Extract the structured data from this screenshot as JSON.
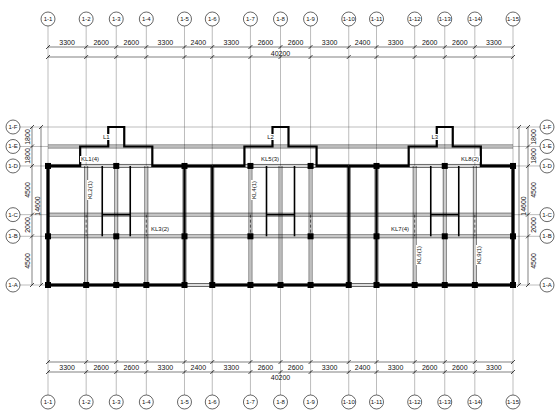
{
  "diagram": {
    "labels": [
      "1-1",
      "1-2",
      "1-3",
      "1-4",
      "1-5",
      "1-6",
      "1-7",
      "1-8",
      "1-9",
      "1-10",
      "1-11",
      "1-12",
      "1-13",
      "1-14",
      "1-15",
      "1-1",
      "1-2",
      "1-3",
      "1-4",
      "1-5",
      "1-6",
      "1-7",
      "1-8",
      "1-9",
      "1-10",
      "1-11",
      "1-12",
      "1-13",
      "1-14",
      "1-15",
      "3300",
      "2600",
      "2600",
      "3300",
      "2400",
      "3300",
      "2600",
      "2600",
      "3300",
      "2400",
      "3300",
      "2600",
      "2600",
      "3300",
      "40200",
      "3300",
      "2600",
      "2600",
      "3300",
      "2400",
      "3300",
      "2600",
      "2600",
      "3300",
      "2400",
      "3300",
      "2600",
      "2600",
      "3300",
      "40200",
      "1-F",
      "1-E",
      "1-D",
      "1-C",
      "1-B",
      "1-A",
      "1-F",
      "1-E",
      "1-D",
      "1-C",
      "1-B",
      "1-A",
      "1800",
      "1800",
      "4500",
      "2000",
      "4500",
      "14600",
      "1800",
      "1800",
      "4500",
      "2000",
      "4500",
      "14600",
      "KL1(4)",
      "KL2(1)",
      "KL3(2)",
      "KL4(1)",
      "KL5(3)",
      "L1",
      "L2",
      "L3",
      "KL6(1)",
      "KL7(4)",
      "KL8(2)",
      "KL9(1)"
    ]
  }
}
